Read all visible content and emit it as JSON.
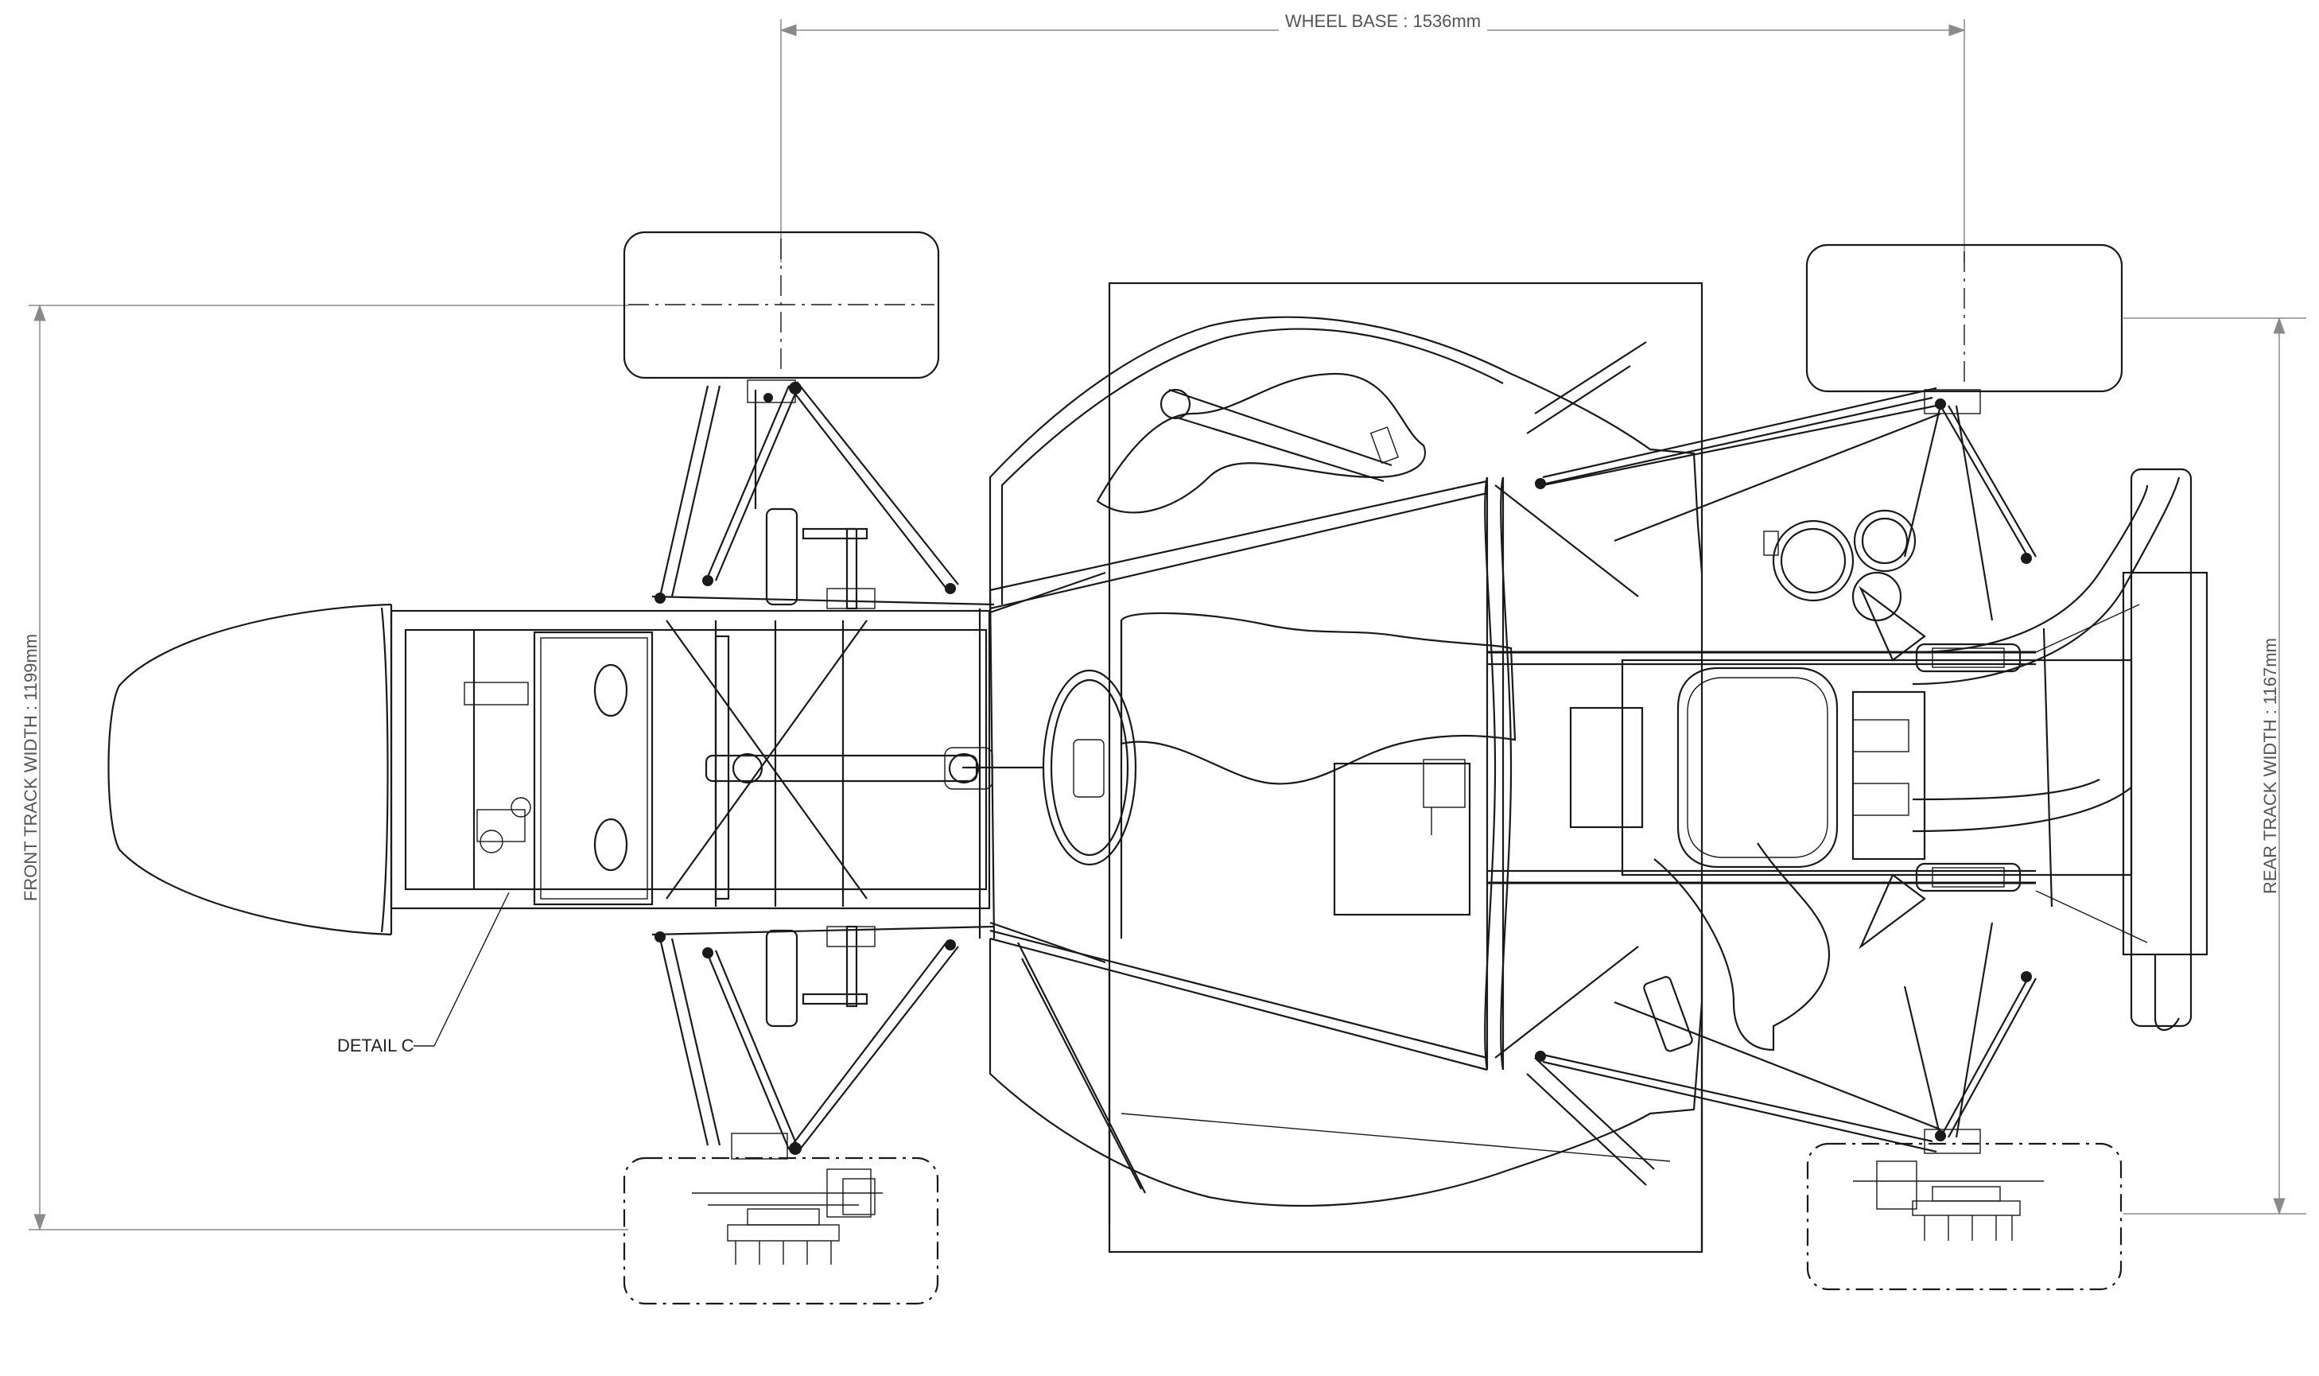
{
  "dimensions": {
    "wheel_base": "WHEEL BASE  : 1536mm",
    "front_track": "FRONT TRACK WIDTH : 1199mm",
    "rear_track": "REAR TRACK WIDTH : 1167mm"
  },
  "callouts": {
    "detail_c": "DETAIL C"
  },
  "colors": {
    "line": "#1a1a1a",
    "dimension": "#8a8a8a",
    "background": "#ffffff"
  }
}
